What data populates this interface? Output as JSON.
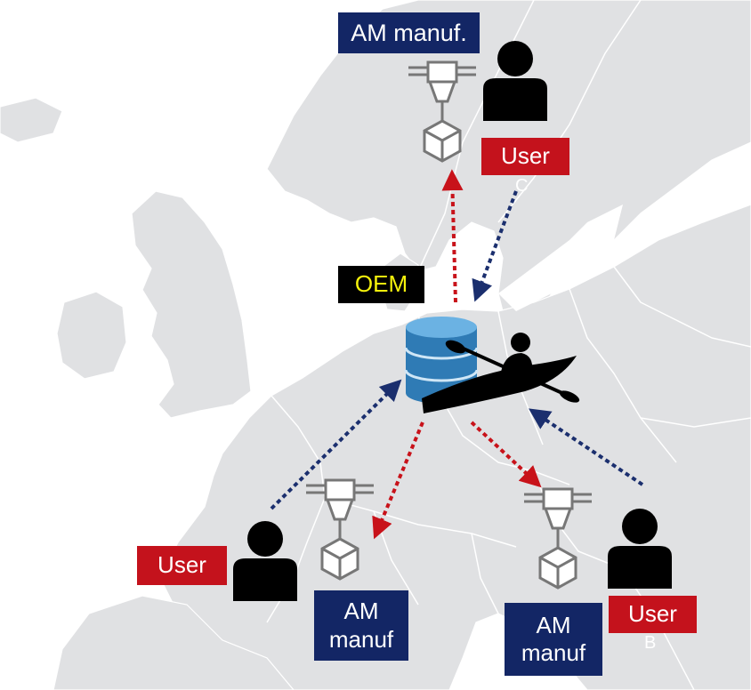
{
  "labels": {
    "oem": "OEM",
    "am_top": "AM manuf.",
    "user_top": "User",
    "letter_c": "C",
    "user_left": "User",
    "am_left_line1": "AM",
    "am_left_line2": "manuf",
    "am_right_line1": "AM",
    "am_right_line2": "manuf",
    "user_right": "User",
    "letter_b": "B"
  },
  "colors": {
    "navy_box": "#132665",
    "red_box": "#c4121c",
    "oem_text": "#f5f20c",
    "red_arrow": "#c8121a",
    "blue_arrow": "#1b2f6e",
    "land": "#e0e1e3",
    "sea": "#ffffff",
    "database": "#3a86bf"
  },
  "icons": [
    "printer-icon",
    "person-icon",
    "database-icon",
    "kayak-icon"
  ]
}
